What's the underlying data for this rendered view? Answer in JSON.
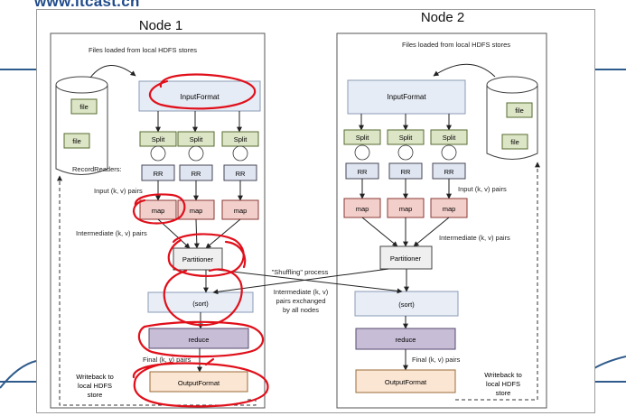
{
  "brand": {
    "logo_text": "www.itcast.cn"
  },
  "node1": {
    "title": "Node 1",
    "hdfs_label": "Files loaded from local HDFS stores",
    "files": [
      "file",
      "file"
    ],
    "input_format": "InputFormat",
    "splits": [
      "Split",
      "Split",
      "Split"
    ],
    "record_readers_label": "RecordReaders:",
    "rr": [
      "RR",
      "RR",
      "RR"
    ],
    "input_pairs_label": "Input (k, v) pairs",
    "maps": [
      "map",
      "map",
      "map"
    ],
    "intermediate_label": "Intermediate (k, v) pairs",
    "partitioner": "Partitioner",
    "sort": "(sort)",
    "reduce": "reduce",
    "final_label": "Final (k, v) pairs",
    "output_format": "OutputFormat",
    "writeback_label": [
      "Writeback to",
      "local HDFS",
      "store"
    ]
  },
  "node2": {
    "title": "Node 2",
    "hdfs_label": "Files loaded from local HDFS stores",
    "files": [
      "file",
      "file"
    ],
    "input_format": "InputFormat",
    "splits": [
      "Split",
      "Split",
      "Split"
    ],
    "rr": [
      "RR",
      "RR",
      "RR"
    ],
    "input_pairs_label": "Input (k, v) pairs",
    "maps": [
      "map",
      "map",
      "map"
    ],
    "intermediate_label": "Intermediate (k, v) pairs",
    "partitioner": "Partitioner",
    "sort": "(sort)",
    "reduce": "reduce",
    "final_label": "Final (k, v) pairs",
    "output_format": "OutputFormat",
    "writeback_label": [
      "Writeback to",
      "local HDFS",
      "store"
    ]
  },
  "shuffle": {
    "title": "\"Shuffling\" process",
    "exchange_label": [
      "Intermediate (k, v)",
      "pairs exchanged",
      "by all nodes"
    ]
  },
  "colors": {
    "input_format_fill": "#e6ecf5",
    "split_fill": "#dde5c7",
    "rr_fill": "#dfe6f1",
    "map_fill": "#f3cfcb",
    "partitioner_fill": "#efefef",
    "sort_fill": "#e8edf6",
    "reduce_fill": "#c7bdd6",
    "output_fill": "#fbe5d3",
    "annotation": "#e0101b",
    "slide_accent": "#2f5b8c"
  }
}
